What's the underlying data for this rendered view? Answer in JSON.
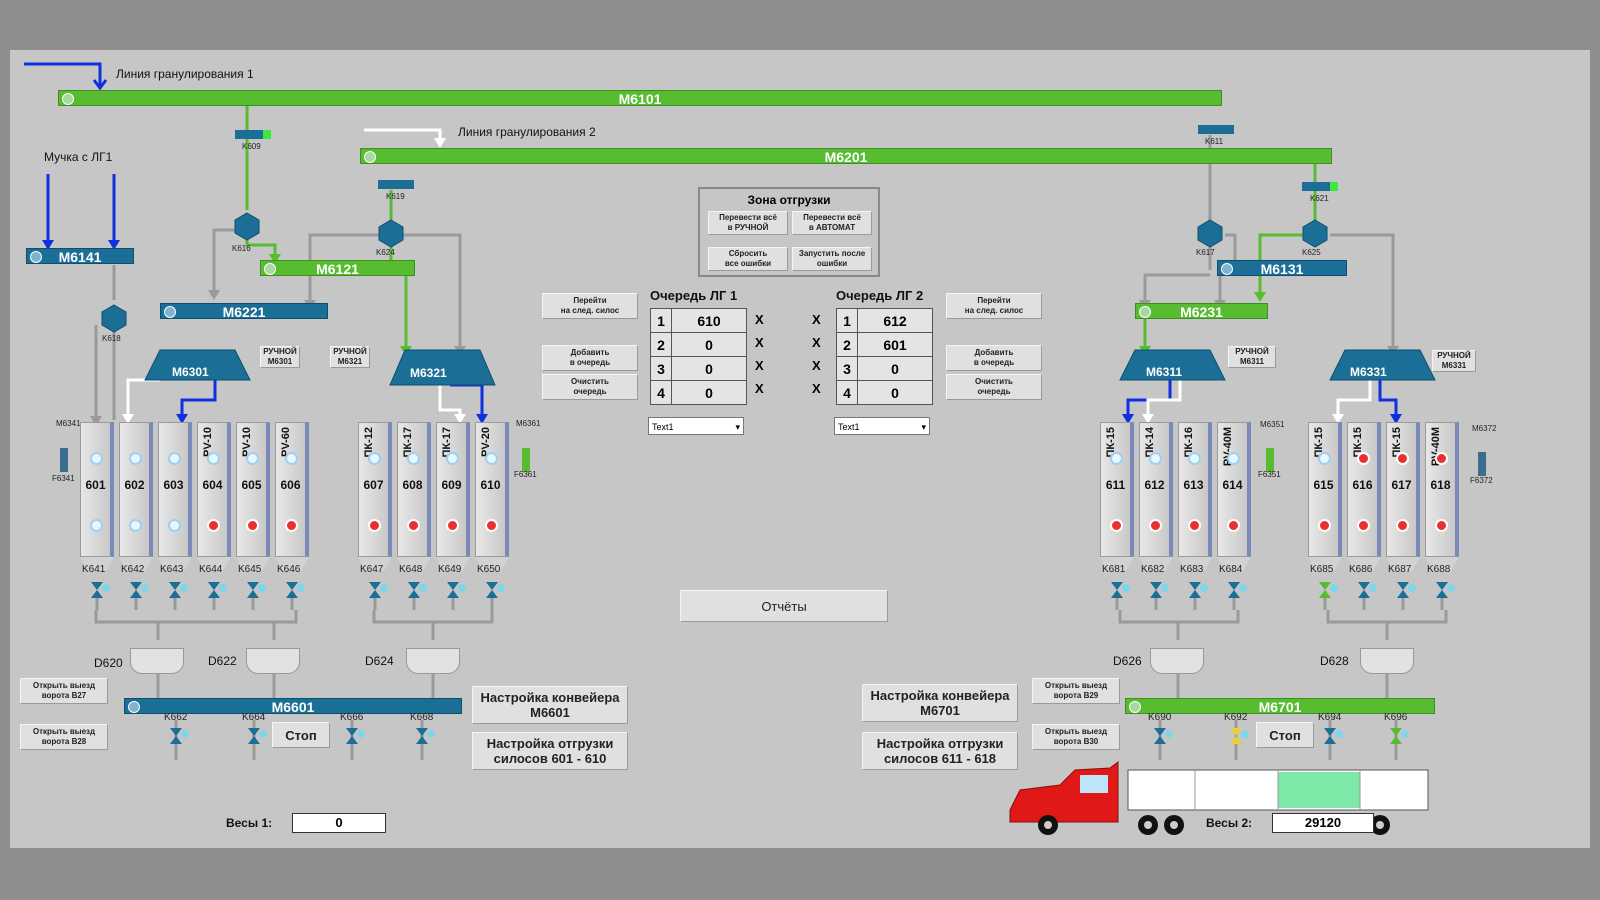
{
  "lines": {
    "line1_label": "Линия гранулирования 1",
    "line2_label": "Линия гранулирования 2",
    "flour_label": "Мучка с ЛГ1"
  },
  "conveyors": {
    "m6101": "M6101",
    "m6201": "M6201",
    "m6141": "M6141",
    "m6121": "M6121",
    "m6221": "M6221",
    "m6131": "M6131",
    "m6231": "M6231",
    "m6601": "M6601",
    "m6701": "M6701"
  },
  "distributors": {
    "m6301": "M6301",
    "m6321": "M6321",
    "m6311": "M6311",
    "m6331": "M6331"
  },
  "valves": {
    "k609": "K609",
    "k611": "K611",
    "k619": "K619",
    "k621": "K621",
    "k616": "K616",
    "k624": "K624",
    "k617": "K617",
    "k625": "K625",
    "k618": "K618"
  },
  "manual_buttons": {
    "m6301": "РУЧНОЙ\nM6301",
    "m6321": "РУЧНОЙ\nM6321",
    "m6311": "РУЧНОЙ\nM6311",
    "m6331": "РУЧНОЙ\nM6331"
  },
  "shipping_zone": {
    "title": "Зона отгрузки",
    "btn_manual": "Перевести всё\nв РУЧНОЙ",
    "btn_auto": "Перевести всё\nв АВТОМАТ",
    "btn_reset": "Сбросить\nвсе ошибки",
    "btn_start": "Запустить после\nошибки"
  },
  "queue1": {
    "title": "Очередь ЛГ 1",
    "rows": [
      {
        "n": "1",
        "v": "610"
      },
      {
        "n": "2",
        "v": "0"
      },
      {
        "n": "3",
        "v": "0"
      },
      {
        "n": "4",
        "v": "0"
      }
    ],
    "select": "Text1",
    "next": "Перейти\nна след. силос",
    "add": "Добавить\nв очередь",
    "clear": "Очистить\nочередь"
  },
  "queue2": {
    "title": "Очередь ЛГ 2",
    "rows": [
      {
        "n": "1",
        "v": "612"
      },
      {
        "n": "2",
        "v": "601"
      },
      {
        "n": "3",
        "v": "0"
      },
      {
        "n": "4",
        "v": "0"
      }
    ],
    "select": "Text1",
    "next": "Перейти\nна след. силос",
    "add": "Добавить\nв очередь",
    "clear": "Очистить\nочередь"
  },
  "x_mark": "X",
  "silos": [
    {
      "name": "",
      "num": "601",
      "top": "ok",
      "bot": "ok"
    },
    {
      "name": "",
      "num": "602",
      "top": "ok",
      "bot": "ok"
    },
    {
      "name": "",
      "num": "603",
      "top": "ok",
      "bot": "ok"
    },
    {
      "name": "PV-10",
      "num": "604",
      "top": "ok",
      "bot": "bad"
    },
    {
      "name": "PV-10",
      "num": "605",
      "top": "ok",
      "bot": "bad"
    },
    {
      "name": "PV-60",
      "num": "606",
      "top": "ok",
      "bot": "bad"
    },
    {
      "name": "ПК-12",
      "num": "607",
      "top": "ok",
      "bot": "bad"
    },
    {
      "name": "ПК-17",
      "num": "608",
      "top": "ok",
      "bot": "bad"
    },
    {
      "name": "ПК-17",
      "num": "609",
      "top": "ok",
      "bot": "bad"
    },
    {
      "name": "PV-20",
      "num": "610",
      "top": "ok",
      "bot": "bad"
    },
    {
      "name": "ПК-15",
      "num": "611",
      "top": "ok",
      "bot": "bad"
    },
    {
      "name": "ПК-14",
      "num": "612",
      "top": "ok",
      "bot": "bad"
    },
    {
      "name": "ПК-16",
      "num": "613",
      "top": "ok",
      "bot": "bad"
    },
    {
      "name": "PV-40M",
      "num": "614",
      "top": "ok",
      "bot": "bad"
    },
    {
      "name": "ПК-15",
      "num": "615",
      "top": "ok",
      "bot": "bad"
    },
    {
      "name": "ПК-15",
      "num": "616",
      "top": "bad",
      "bot": "bad"
    },
    {
      "name": "ПК-15",
      "num": "617",
      "top": "bad",
      "bot": "bad"
    },
    {
      "name": "PV-40M",
      "num": "618",
      "top": "bad",
      "bot": "bad"
    }
  ],
  "silo_valves": [
    "K641",
    "K642",
    "K643",
    "K644",
    "K645",
    "K646",
    "K647",
    "K648",
    "K649",
    "K650",
    "K681",
    "K682",
    "K683",
    "K684",
    "K685",
    "K686",
    "K687",
    "K688"
  ],
  "hoppers": {
    "d620": "D620",
    "d622": "D622",
    "d624": "D624",
    "d626": "D626",
    "d628": "D628"
  },
  "bottom_valves": [
    "K662",
    "K664",
    "K666",
    "K668",
    "K690",
    "K692",
    "K694",
    "K696"
  ],
  "gate_buttons": {
    "b27": "Открыть выезд\nворота В27",
    "b28": "Открыть выезд\nворота В28",
    "b29": "Открыть выезд\nворота В29",
    "b30": "Открыть выезд\nворота В30"
  },
  "setup": {
    "conv1": "Настройка конвейера\nM6601",
    "ship1": "Настройка отгрузки\nсилосов 601 - 610",
    "conv2": "Настройка конвейера\nM6701",
    "ship2": "Настройка отгрузки\nсилосов 611 - 618"
  },
  "stop_label": "Стоп",
  "reports_label": "Отчёты",
  "scale1": {
    "label": "Весы 1:",
    "value": "0"
  },
  "scale2": {
    "label": "Весы 2:",
    "value": "29120"
  },
  "side_tags": {
    "m6341": "M6341",
    "f6341": "F6341",
    "m6361": "M6361",
    "f6361": "F6361",
    "m6351": "M6351",
    "f6351": "F6351",
    "m6372": "M6372",
    "f6372": "F6372"
  },
  "colors": {
    "green": "#57bc30",
    "blue": "#1b6e96",
    "alarm": "#e83030",
    "pipe_blue": "#1030e0"
  }
}
